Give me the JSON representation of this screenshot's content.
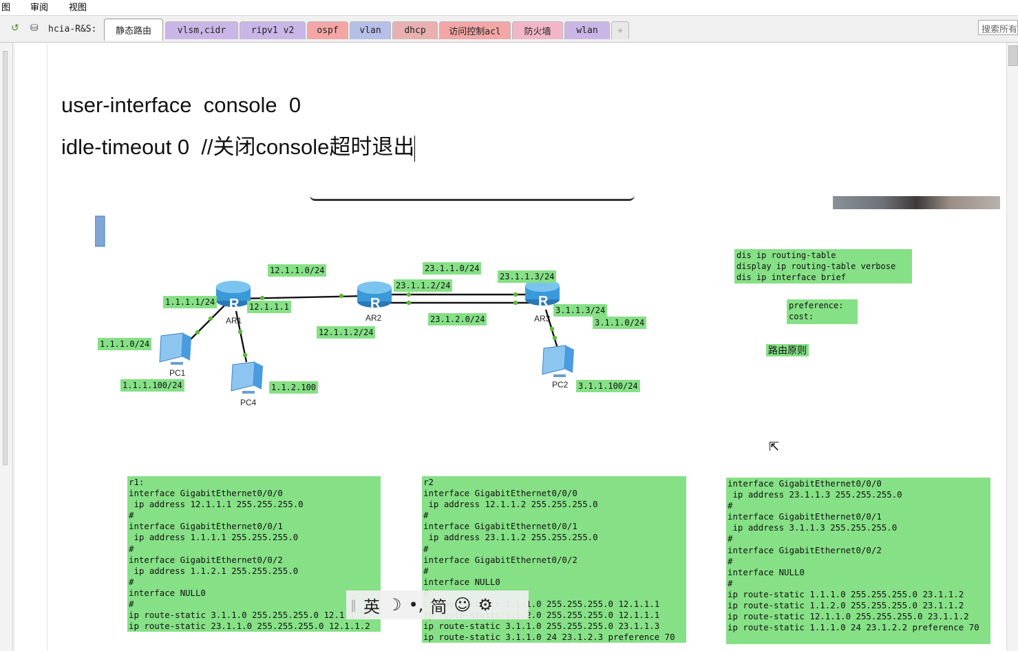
{
  "menu": {
    "items": [
      "图",
      "审阅",
      "视图"
    ]
  },
  "notebook": {
    "section_label": "hcia-R&S:",
    "tabs": [
      {
        "label": "静态路由",
        "active": true,
        "color": "#ffffff"
      },
      {
        "label": "vlsm,cidr",
        "color": "#c9b6e6"
      },
      {
        "label": "ripv1 v2",
        "color": "#c9b6e6"
      },
      {
        "label": "ospf",
        "color": "#f4a6a6"
      },
      {
        "label": "vlan",
        "color": "#b6bfe8"
      },
      {
        "label": "dhcp",
        "color": "#e8b0b0"
      },
      {
        "label": "访问控制acl",
        "color": "#f4a6a6"
      },
      {
        "label": "防火墙",
        "color": "#f2b6c8"
      },
      {
        "label": "wlan",
        "color": "#c9b6e6"
      },
      {
        "label": "✳",
        "color": "#e8e8e8"
      }
    ],
    "search_placeholder": "搜索所有"
  },
  "content": {
    "line1": "user-interface  console  0",
    "line2": "idle-timeout 0  //关闭console超时退出"
  },
  "diagram": {
    "colors": {
      "label_bg": "#86e086",
      "link": "#111111",
      "port_dot": "#5fb83a",
      "router": "#3a9ad9"
    },
    "labels": {
      "net_12": "12.1.1.0/24",
      "net_23a": "23.1.1.0/24",
      "ar2_23": "23.1.1.2/24",
      "ar3_23": "23.1.1.3/24",
      "ar1_1": "1.1.1.1/24",
      "ar1_12": "12.1.1.1",
      "net_23b": "23.1.2.0/24",
      "ar3_3": "3.1.1.3/24",
      "net_3": "3.1.1.0/24",
      "net_1": "1.1.1.0/24",
      "ar2_12": "12.1.1.2/24",
      "pc1_ip": "1.1.1.100/24",
      "pc4_ip": "1.1.2.100",
      "pc2_ip": "3.1.1.100/24",
      "commands": "dis ip routing-table\ndisplay ip routing-table verbose\ndis ip interface brief",
      "pref": "preference:\ncost:",
      "principle": "路由原则"
    },
    "devices": {
      "ar1": "AR1",
      "ar2": "AR2",
      "ar3": "AR3",
      "pc1": "PC1",
      "pc4": "PC4",
      "pc2": "PC2"
    },
    "configs": {
      "r1": "r1:\ninterface GigabitEthernet0/0/0\n ip address 12.1.1.1 255.255.255.0\n#\ninterface GigabitEthernet0/0/1\n ip address 1.1.1.1 255.255.255.0\n#\ninterface GigabitEthernet0/0/2\n ip address 1.1.2.1 255.255.255.0\n#\ninterface NULL0\n#\nip route-static 3.1.1.0 255.255.255.0 12.1.1.2\nip route-static 23.1.1.0 255.255.255.0 12.1.1.2",
      "r2": "r2\ninterface GigabitEthernet0/0/0\n ip address 12.1.1.2 255.255.255.0\n#\ninterface GigabitEthernet0/0/1\n ip address 23.1.1.2 255.255.255.0\n#\ninterface GigabitEthernet0/0/2\n#\ninterface NULL0\n#\nip route-static 1.1.1.0 255.255.255.0 12.1.1.1\nip route-static 1.1.2.0 255.255.255.0 12.1.1.1\nip route-static 3.1.1.0 255.255.255.0 23.1.1.3\nip route-static 3.1.1.0 24 23.1.2.3 preference 70",
      "r3": "interface GigabitEthernet0/0/0\n ip address 23.1.1.3 255.255.255.0\n#\ninterface GigabitEthernet0/0/1\n ip address 3.1.1.3 255.255.255.0\n#\ninterface GigabitEthernet0/0/2\n#\ninterface NULL0\n#\nip route-static 1.1.1.0 255.255.255.0 23.1.1.2\nip route-static 1.1.2.0 255.255.255.0 23.1.1.2\nip route-static 12.1.1.0 255.255.255.0 23.1.1.2\nip route-static 1.1.1.0 24 23.1.2.2 preference 70"
    }
  },
  "ime": {
    "lang": "英",
    "moon": "☽",
    "punct": "•,",
    "script": "简",
    "emoji": "☺",
    "settings": "⚙"
  }
}
